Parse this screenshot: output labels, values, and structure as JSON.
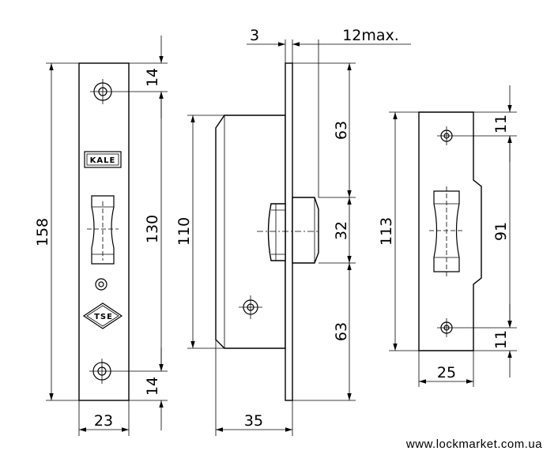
{
  "drawing": {
    "front_view": {
      "overall_height": "158",
      "screw_spacing": "130",
      "top_offset": "14",
      "bottom_offset": "14",
      "plate_width": "23",
      "brand_logo_text": "KALE",
      "cert_logo_text": "TSE"
    },
    "side_view": {
      "faceplate_thickness": "3",
      "bolt_projection": "12max.",
      "top_to_bolt": "63",
      "bolt_height": "32",
      "bolt_to_bottom": "63",
      "case_height": "110",
      "backset": "35"
    },
    "strike_plate": {
      "overall_height": "113",
      "screw_spacing": "91",
      "top_offset": "11",
      "bottom_offset": "11",
      "width": "25"
    },
    "website": "www.lockmarket.com.ua"
  }
}
